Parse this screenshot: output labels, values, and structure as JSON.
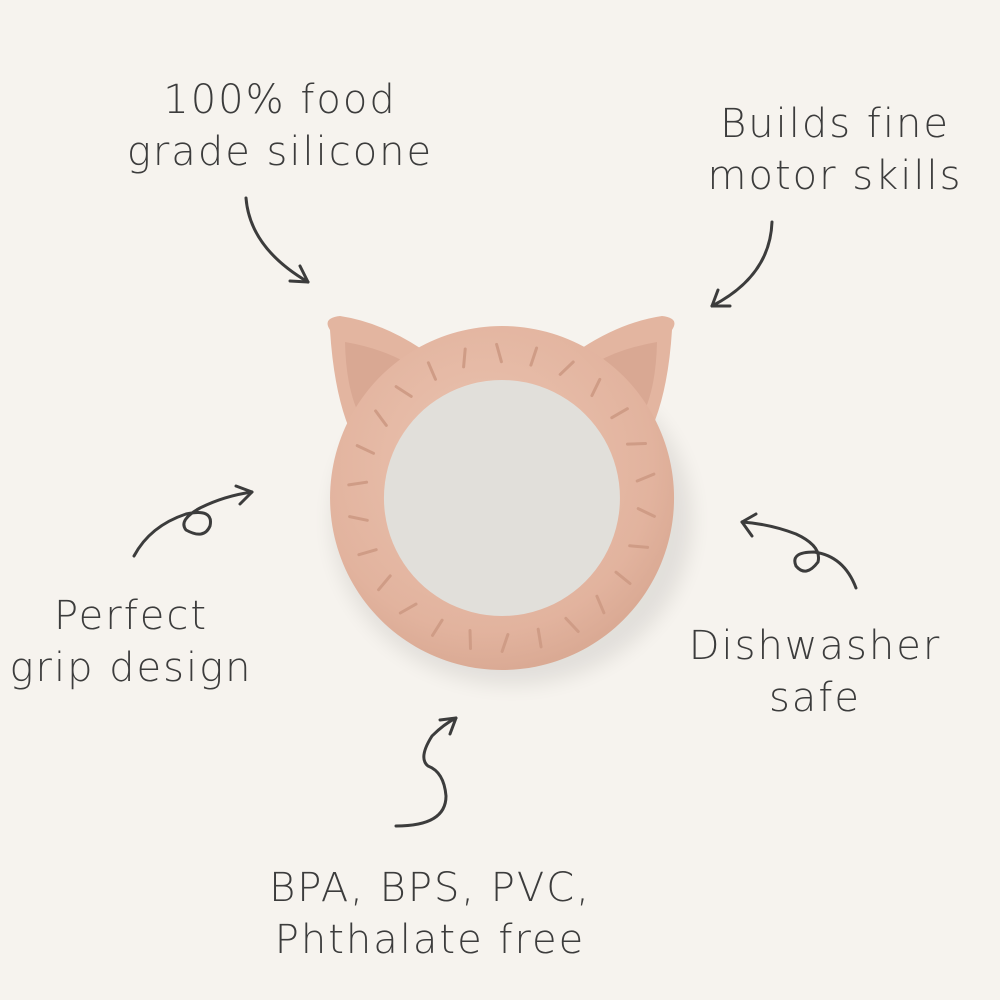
{
  "features": {
    "food_grade": [
      "100% food",
      "grade silicone"
    ],
    "motor_skills": [
      "Builds fine",
      "motor skills"
    ],
    "grip": [
      "Perfect",
      "grip design"
    ],
    "dishwasher": [
      "Dishwasher",
      "safe"
    ],
    "bpa_free": [
      "BPA, BPS, PVC,",
      "Phthalate free"
    ]
  },
  "product": {
    "icon": "cat-teether",
    "color": "#e5b9a4"
  },
  "colors": {
    "background": "#f6f3ee",
    "text": "#3c3c3c"
  }
}
